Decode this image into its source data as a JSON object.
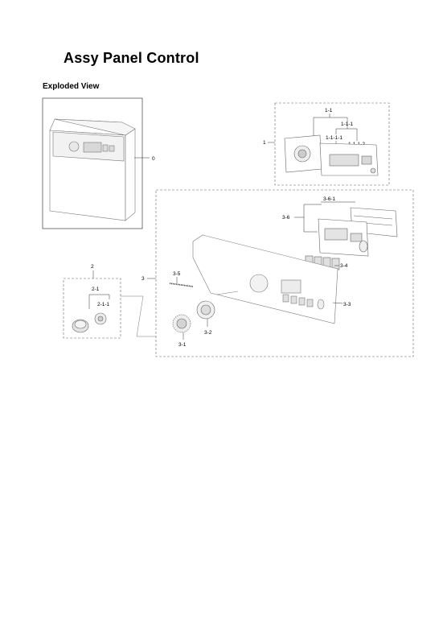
{
  "page": {
    "title": "Assy Panel Control",
    "subtitle": "Exploded View"
  },
  "callouts": {
    "c0": "0",
    "c1": "1",
    "c1_1": "1-1",
    "c1_1_1": "1-1-1",
    "c1_1_1_1": "1-1-1-1",
    "c1_1_1_2": "1-1-1-2",
    "c2": "2",
    "c2_1": "2-1",
    "c2_1_1": "2-1-1",
    "c3": "3",
    "c3_1": "3-1",
    "c3_2": "3-2",
    "c3_3": "3-3",
    "c3_4": "3-4",
    "c3_5": "3-5",
    "c3_6": "3-6",
    "c3_6_1": "3-6-1"
  }
}
